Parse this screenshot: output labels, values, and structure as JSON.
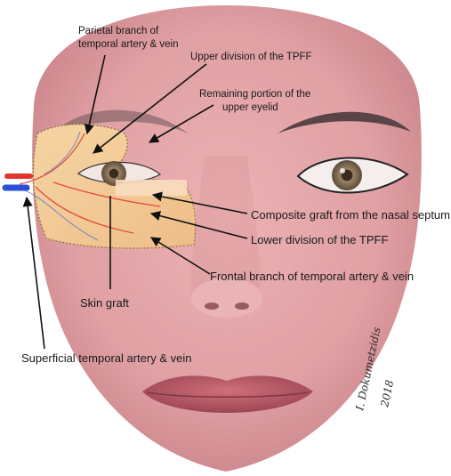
{
  "labels": {
    "parietal_line1": "Parietal branch of",
    "parietal_line2": "temporal artery & vein",
    "upper_division": "Upper division of the TPFF",
    "remaining_line1": "Remaining portion of the",
    "remaining_line2": "upper eyelid",
    "composite_graft": "Composite graft from the nasal septum",
    "lower_division": "Lower division of the TPFF",
    "frontal_branch": "Frontal branch of temporal artery & vein",
    "skin_graft": "Skin graft",
    "superficial": "Superficial temporal artery & vein"
  },
  "signature": {
    "name": "I. Dokumetzidis",
    "year": "2018"
  },
  "colors": {
    "skin": "#e0a0a4",
    "skin_shadow": "#c97f86",
    "graft": "#f3c98a",
    "artery": "#e0342c",
    "vein": "#2b4fd6",
    "lips": "#b85a66",
    "iris": "#7a6650",
    "arrow": "#111111"
  }
}
